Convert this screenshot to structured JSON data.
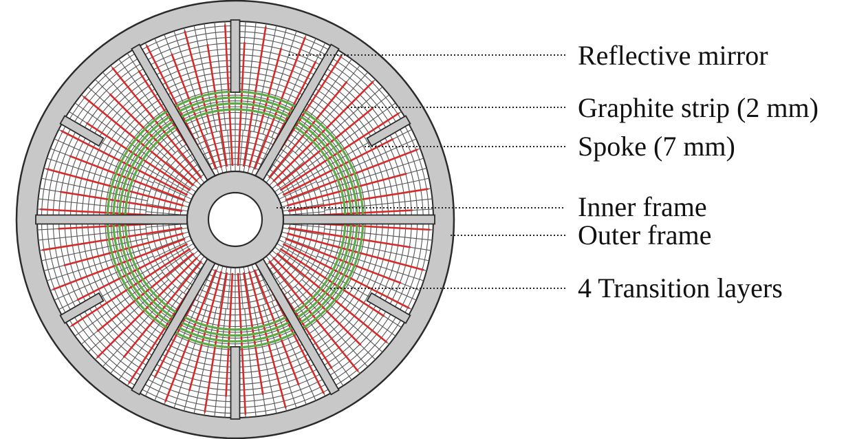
{
  "callouts": {
    "reflective_mirror": "Reflective mirror",
    "graphite_strip": "Graphite strip (2 mm)",
    "spoke": "Spoke (7 mm)",
    "inner_frame": "Inner frame",
    "outer_frame": "Outer frame",
    "transition_layers": "4 Transition layers"
  },
  "structure": {
    "spoke_count": 12,
    "transition_layer_count": 4
  },
  "colors": {
    "frame": "#c8c8c8",
    "frame_stroke": "#2b2b2b",
    "mirror_lines": "#555555",
    "graphite_strip": "#d62a2a",
    "transition_layers": "#5cab47",
    "leader_line": "#222222"
  }
}
